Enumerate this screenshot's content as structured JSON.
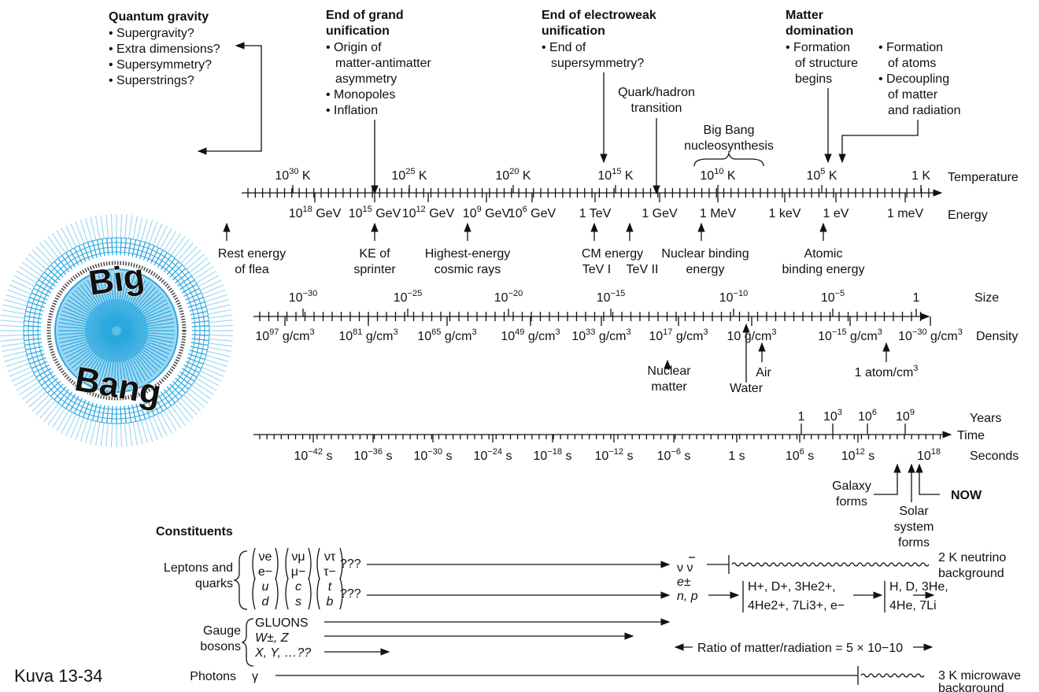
{
  "figure_label": "Kuva 13-34",
  "big_bang": {
    "word1": "Big",
    "word2": "Bang"
  },
  "eras": [
    {
      "title1": "Quantum gravity",
      "title2": "",
      "items": [
        "• Supergravity?",
        "• Extra dimensions?",
        "• Supersymmetry?",
        "• Superstrings?"
      ]
    },
    {
      "title1": "End of grand",
      "title2": "unification",
      "items": [
        "• Origin of",
        "matter-antimatter",
        "asymmetry",
        "• Monopoles",
        "• Inflation"
      ]
    },
    {
      "title1": "End of electroweak",
      "title2": "unification",
      "items": [
        "• End of",
        "supersymmetry?"
      ]
    },
    {
      "title1": "Matter",
      "title2": "domination",
      "items": [
        "• Formation",
        "of structure",
        "begins"
      ]
    }
  ],
  "atoms_note": [
    "• Formation",
    "of atoms",
    "• Decoupling",
    "of matter",
    "and radiation"
  ],
  "quark_hadron": [
    "Quark/hadron",
    "transition"
  ],
  "nucleosynthesis": [
    "Big Bang",
    "nucleosynthesis"
  ],
  "temperature": {
    "label": "Temperature",
    "ticks": [
      {
        "base": "10",
        "exp": "30",
        "unit": " K"
      },
      {
        "base": "10",
        "exp": "25",
        "unit": " K"
      },
      {
        "base": "10",
        "exp": "20",
        "unit": " K"
      },
      {
        "base": "10",
        "exp": "15",
        "unit": " K"
      },
      {
        "base": "10",
        "exp": "10",
        "unit": " K"
      },
      {
        "base": "10",
        "exp": "5",
        "unit": " K"
      },
      {
        "base": "1 K",
        "exp": "",
        "unit": ""
      }
    ]
  },
  "energy": {
    "label": "Energy",
    "ticks": [
      {
        "base": "10",
        "exp": "18",
        "unit": " GeV"
      },
      {
        "base": "10",
        "exp": "15",
        "unit": " GeV"
      },
      {
        "base": "10",
        "exp": "12",
        "unit": " GeV"
      },
      {
        "base": "10",
        "exp": "9",
        "unit": " GeV"
      },
      {
        "base": "10",
        "exp": "6",
        "unit": " GeV"
      },
      {
        "base": "1 TeV",
        "exp": "",
        "unit": ""
      },
      {
        "base": "1 GeV",
        "exp": "",
        "unit": ""
      },
      {
        "base": "1 MeV",
        "exp": "",
        "unit": ""
      },
      {
        "base": "1 keV",
        "exp": "",
        "unit": ""
      },
      {
        "base": "1 eV",
        "exp": "",
        "unit": ""
      },
      {
        "base": "1 meV",
        "exp": "",
        "unit": ""
      }
    ],
    "markers": [
      [
        "Rest energy",
        "of flea"
      ],
      [
        "KE of",
        "sprinter"
      ],
      [
        "Highest-energy",
        "cosmic rays"
      ],
      [
        "CM energy",
        "TeV I"
      ],
      [
        "TeV II"
      ],
      [
        "Nuclear binding",
        "energy"
      ],
      [
        "Atomic",
        "binding energy"
      ]
    ]
  },
  "size": {
    "label": "Size",
    "ticks": [
      {
        "base": "10",
        "exp": "−30",
        "unit": ""
      },
      {
        "base": "10",
        "exp": "−25",
        "unit": ""
      },
      {
        "base": "10",
        "exp": "−20",
        "unit": ""
      },
      {
        "base": "10",
        "exp": "−15",
        "unit": ""
      },
      {
        "base": "10",
        "exp": "−10",
        "unit": ""
      },
      {
        "base": "10",
        "exp": "−5",
        "unit": ""
      },
      {
        "base": "1",
        "exp": "",
        "unit": ""
      }
    ]
  },
  "density": {
    "label": "Density",
    "ticks": [
      {
        "base": "10",
        "exp": "97",
        "unit": " g/cm",
        "exp2": "3"
      },
      {
        "base": "10",
        "exp": "81",
        "unit": " g/cm",
        "exp2": "3"
      },
      {
        "base": "10",
        "exp": "65",
        "unit": " g/cm",
        "exp2": "3"
      },
      {
        "base": "10",
        "exp": "49",
        "unit": " g/cm",
        "exp2": "3"
      },
      {
        "base": "10",
        "exp": "33",
        "unit": " g/cm",
        "exp2": "3"
      },
      {
        "base": "10",
        "exp": "17",
        "unit": " g/cm",
        "exp2": "3"
      },
      {
        "base": "10 g/cm",
        "exp": "3",
        "unit": ""
      },
      {
        "base": "10",
        "exp": "−15",
        "unit": " g/cm",
        "exp2": "3"
      },
      {
        "base": "10",
        "exp": "−30",
        "unit": " g/cm",
        "exp2": "3"
      }
    ],
    "markers": [
      [
        "Nuclear",
        "matter"
      ],
      [
        "Water"
      ],
      [
        "Air"
      ],
      [
        "1 atom/cm",
        "3"
      ]
    ]
  },
  "years": {
    "label": "Years",
    "ticks": [
      {
        "base": "1",
        "exp": ""
      },
      {
        "base": "10",
        "exp": "3"
      },
      {
        "base": "10",
        "exp": "6"
      },
      {
        "base": "10",
        "exp": "9"
      }
    ]
  },
  "time_label": "Time",
  "seconds": {
    "label": "Seconds",
    "ticks": [
      {
        "base": "10",
        "exp": "−42",
        "unit": " s"
      },
      {
        "base": "10",
        "exp": "−36",
        "unit": " s"
      },
      {
        "base": "10",
        "exp": "−30",
        "unit": " s"
      },
      {
        "base": "10",
        "exp": "−24",
        "unit": " s"
      },
      {
        "base": "10",
        "exp": "−18",
        "unit": " s"
      },
      {
        "base": "10",
        "exp": "−12",
        "unit": " s"
      },
      {
        "base": "10",
        "exp": "−6",
        "unit": " s"
      },
      {
        "base": "1 s",
        "exp": "",
        "unit": ""
      },
      {
        "base": "10",
        "exp": "6",
        "unit": " s"
      },
      {
        "base": "10",
        "exp": "12",
        "unit": " s"
      },
      {
        "base": "10",
        "exp": "18",
        "unit": ""
      }
    ]
  },
  "time_markers": {
    "galaxy": [
      "Galaxy",
      "forms"
    ],
    "solar": [
      "Solar",
      "system",
      "forms"
    ],
    "now": "NOW"
  },
  "constituents": {
    "heading": "Constituents",
    "leptons_label": [
      "Leptons and",
      "quarks"
    ],
    "lepton_row": [
      "νe",
      "e−",
      "νμ",
      "μ−",
      "ντ",
      "τ−",
      "???"
    ],
    "quark_row": [
      "u",
      "d",
      "c",
      "s",
      "t",
      "b",
      "???"
    ],
    "nu_pair": "ν ν",
    "e_pm": "e±",
    "n_p": "n, p",
    "ions1": "H+, D+, 3He2+,",
    "ions2": "4He2+, 7Li3+, e−",
    "neutral1": "H, D, 3He,",
    "neutral2": "4He, 7Li",
    "neutrino_bg": [
      "2 K neutrino",
      "background"
    ],
    "gauge_label": [
      "Gauge",
      "bosons"
    ],
    "gauge_items": [
      "GLUONS",
      "W±, Z",
      "X, Y, …??"
    ],
    "ratio": "Ratio of matter/radiation = 5 × 10−10",
    "photons_label": "Photons",
    "gamma": "γ",
    "microwave_bg": [
      "3 K microwave",
      "background"
    ]
  },
  "colors": {
    "ink": "#111111",
    "bang_blue": "#2aa7df",
    "bang_light": "#9fd8f2"
  }
}
